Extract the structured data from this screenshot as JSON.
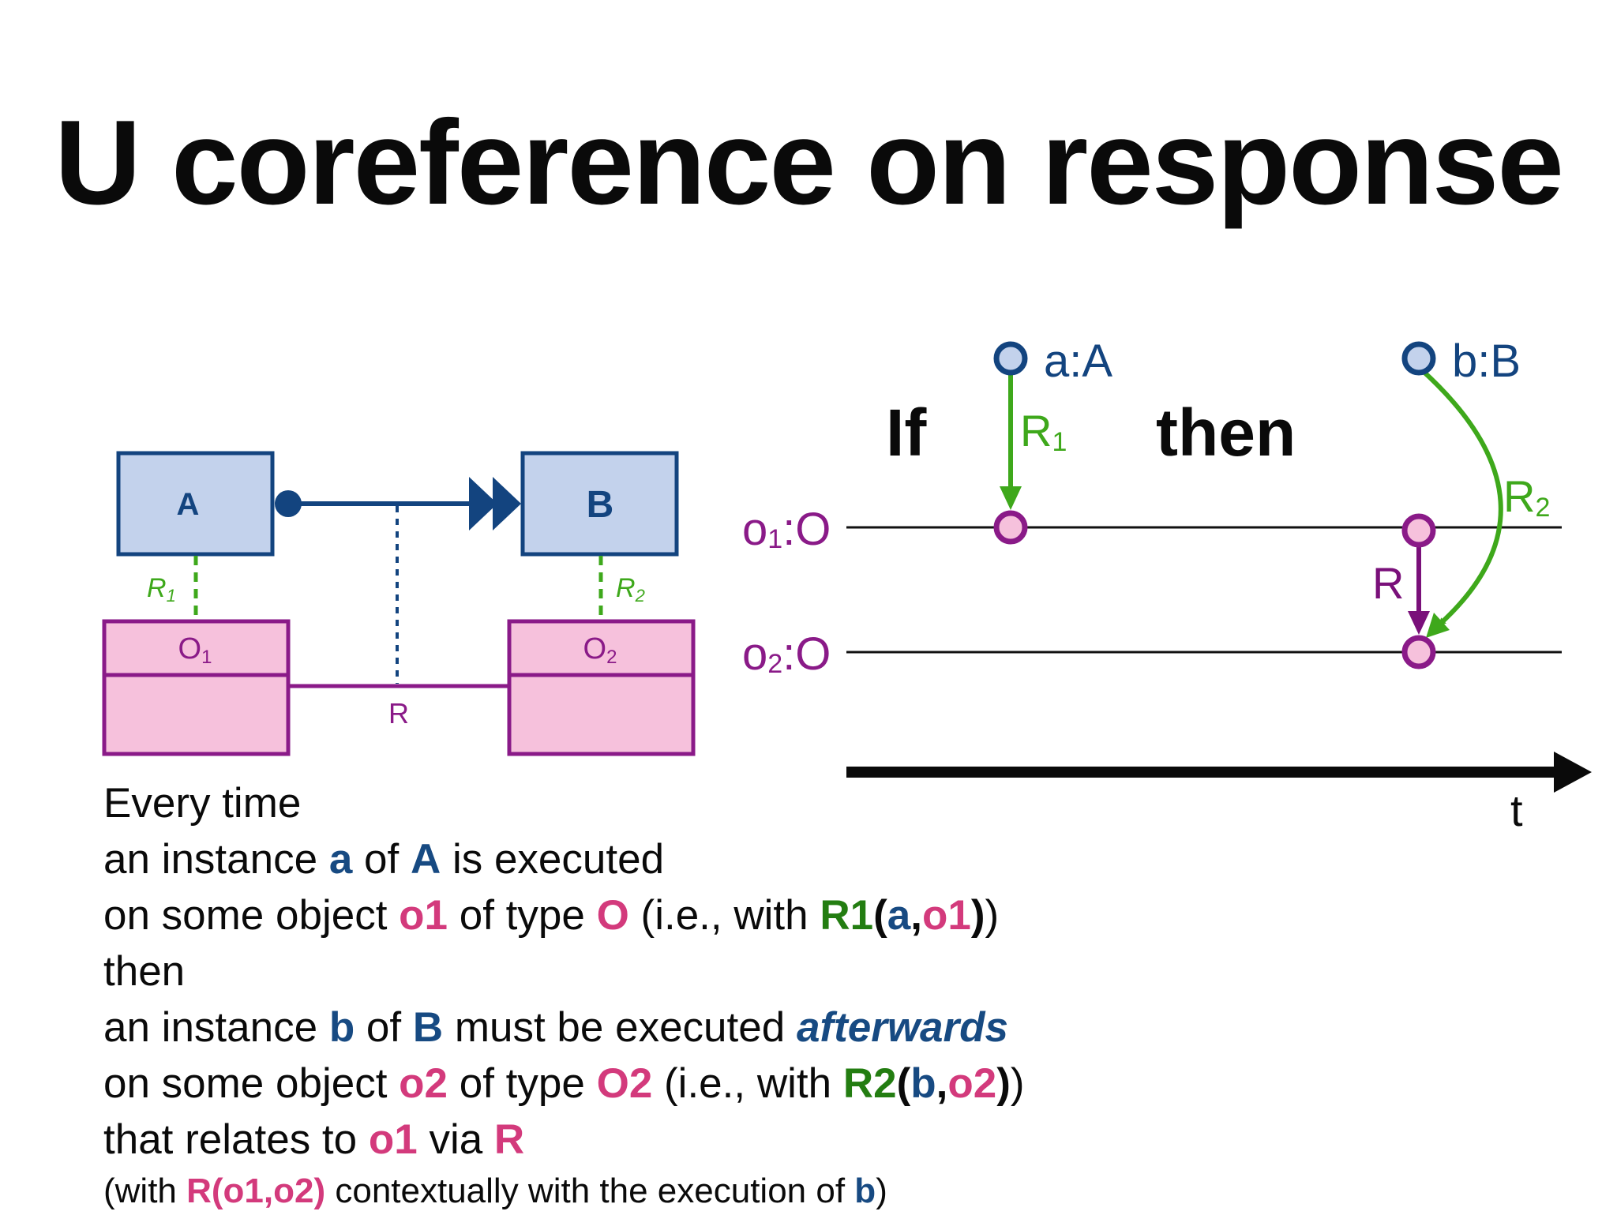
{
  "title": "U coreference on response",
  "colors": {
    "blue": "#13447f",
    "blue_fill": "#c3d2ec",
    "blue_text": "#174a82",
    "pink": "#d33a7c",
    "pink_fill": "#f6c1dc",
    "purple": "#8a1a88",
    "purple_dark": "#7a107a",
    "green": "#3ea81b",
    "green_dark": "#237d11",
    "black": "#0a0a0a"
  },
  "class_diagram": {
    "activity_a": "A",
    "activity_b": "B",
    "class_o1": "O",
    "class_o1_sub": "1",
    "class_o2": "O",
    "class_o2_sub": "2",
    "rel_r1": "R",
    "rel_r1_sub": "1",
    "rel_r2": "R",
    "rel_r2_sub": "2",
    "association": "R"
  },
  "timeline": {
    "if_label": "If",
    "then_label": "then",
    "event_a": "a:A",
    "event_b": "b:B",
    "lane_o1": "o",
    "lane_o1_sub": "1",
    "lane_o1_type": ":O",
    "lane_o2": "o",
    "lane_o2_sub": "2",
    "lane_o2_type": ":O",
    "arrow_r1": "R",
    "arrow_r1_sub": "1",
    "arrow_r2": "R",
    "arrow_r2_sub": "2",
    "arrow_r": "R",
    "time_axis": "t"
  },
  "explanation": [
    [
      {
        "text": "Every time",
        "style": "normal",
        "color": "black"
      }
    ],
    [
      {
        "text": "an instance ",
        "style": "normal",
        "color": "black"
      },
      {
        "text": "a",
        "style": "bold",
        "color": "blue_text"
      },
      {
        "text": " of ",
        "style": "normal",
        "color": "black"
      },
      {
        "text": "A",
        "style": "bold",
        "color": "blue_text"
      },
      {
        "text": " is executed",
        "style": "normal",
        "color": "black"
      }
    ],
    [
      {
        "text": "on some object ",
        "style": "normal",
        "color": "black"
      },
      {
        "text": "o1",
        "style": "bold",
        "color": "pink"
      },
      {
        "text": " of type ",
        "style": "normal",
        "color": "black"
      },
      {
        "text": "O",
        "style": "bold",
        "color": "pink"
      },
      {
        "text": " (i.e., with ",
        "style": "normal",
        "color": "black"
      },
      {
        "text": "R1",
        "style": "bold",
        "color": "green_dark"
      },
      {
        "text": "(",
        "style": "bold",
        "color": "black"
      },
      {
        "text": "a",
        "style": "bold",
        "color": "blue_text"
      },
      {
        "text": ",",
        "style": "bold",
        "color": "black"
      },
      {
        "text": "o1",
        "style": "bold",
        "color": "pink"
      },
      {
        "text": ")",
        "style": "bold",
        "color": "black"
      },
      {
        "text": ")",
        "style": "normal",
        "color": "black"
      }
    ],
    [
      {
        "text": "then",
        "style": "normal",
        "color": "black"
      }
    ],
    [
      {
        "text": "an instance ",
        "style": "normal",
        "color": "black"
      },
      {
        "text": "b",
        "style": "bold",
        "color": "blue_text"
      },
      {
        "text": " of ",
        "style": "normal",
        "color": "black"
      },
      {
        "text": "B",
        "style": "bold",
        "color": "blue_text"
      },
      {
        "text": " must be executed ",
        "style": "normal",
        "color": "black"
      },
      {
        "text": "afterwards",
        "style": "bolditalic",
        "color": "blue_text"
      }
    ],
    [
      {
        "text": "on some object ",
        "style": "normal",
        "color": "black"
      },
      {
        "text": "o2",
        "style": "bold",
        "color": "pink"
      },
      {
        "text": " of type ",
        "style": "normal",
        "color": "black"
      },
      {
        "text": "O2",
        "style": "bold",
        "color": "pink"
      },
      {
        "text": " (i.e., with ",
        "style": "normal",
        "color": "black"
      },
      {
        "text": "R2",
        "style": "bold",
        "color": "green_dark"
      },
      {
        "text": "(",
        "style": "bold",
        "color": "black"
      },
      {
        "text": "b",
        "style": "bold",
        "color": "blue_text"
      },
      {
        "text": ",",
        "style": "bold",
        "color": "black"
      },
      {
        "text": "o2",
        "style": "bold",
        "color": "pink"
      },
      {
        "text": ")",
        "style": "bold",
        "color": "black"
      },
      {
        "text": ")",
        "style": "normal",
        "color": "black"
      }
    ],
    [
      {
        "text": "that relates to ",
        "style": "normal",
        "color": "black"
      },
      {
        "text": "o1",
        "style": "bold",
        "color": "pink"
      },
      {
        "text": " via ",
        "style": "normal",
        "color": "black"
      },
      {
        "text": "R",
        "style": "bold",
        "color": "pink"
      }
    ],
    [
      {
        "text": "(with ",
        "style": "normal",
        "color": "black",
        "small": true
      },
      {
        "text": "R(o1,o2)",
        "style": "bold",
        "color": "pink",
        "small": true
      },
      {
        "text": " contextually with the execution of ",
        "style": "normal",
        "color": "black",
        "small": true
      },
      {
        "text": "b",
        "style": "bold",
        "color": "blue_text",
        "small": true
      },
      {
        "text": ")",
        "style": "normal",
        "color": "black",
        "small": true
      }
    ]
  ]
}
